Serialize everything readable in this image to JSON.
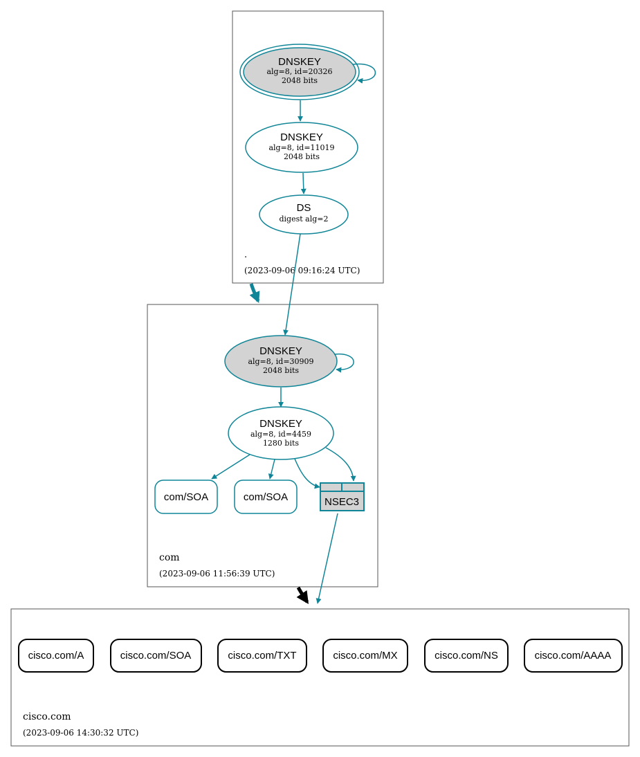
{
  "colors": {
    "teal": "#0f8597",
    "gray_fill": "#d3d3d3",
    "black": "#000000",
    "box_stroke": "#555555"
  },
  "zones": {
    "root": {
      "label": ".",
      "timestamp": "(2023-09-06 09:16:24 UTC)",
      "nodes": {
        "ksk": {
          "type": "DNSKEY",
          "line1": "alg=8, id=20326",
          "line2": "2048 bits"
        },
        "zsk": {
          "type": "DNSKEY",
          "line1": "alg=8, id=11019",
          "line2": "2048 bits"
        },
        "ds": {
          "type": "DS",
          "line1": "digest alg=2"
        }
      }
    },
    "com": {
      "label": "com",
      "timestamp": "(2023-09-06 11:56:39 UTC)",
      "nodes": {
        "ksk": {
          "type": "DNSKEY",
          "line1": "alg=8, id=30909",
          "line2": "2048 bits"
        },
        "zsk": {
          "type": "DNSKEY",
          "line1": "alg=8, id=4459",
          "line2": "1280 bits"
        },
        "soa1": "com/SOA",
        "soa2": "com/SOA",
        "nsec3": "NSEC3"
      }
    },
    "cisco": {
      "label": "cisco.com",
      "timestamp": "(2023-09-06 14:30:32 UTC)",
      "records": [
        "cisco.com/A",
        "cisco.com/SOA",
        "cisco.com/TXT",
        "cisco.com/MX",
        "cisco.com/NS",
        "cisco.com/AAAA"
      ]
    }
  }
}
